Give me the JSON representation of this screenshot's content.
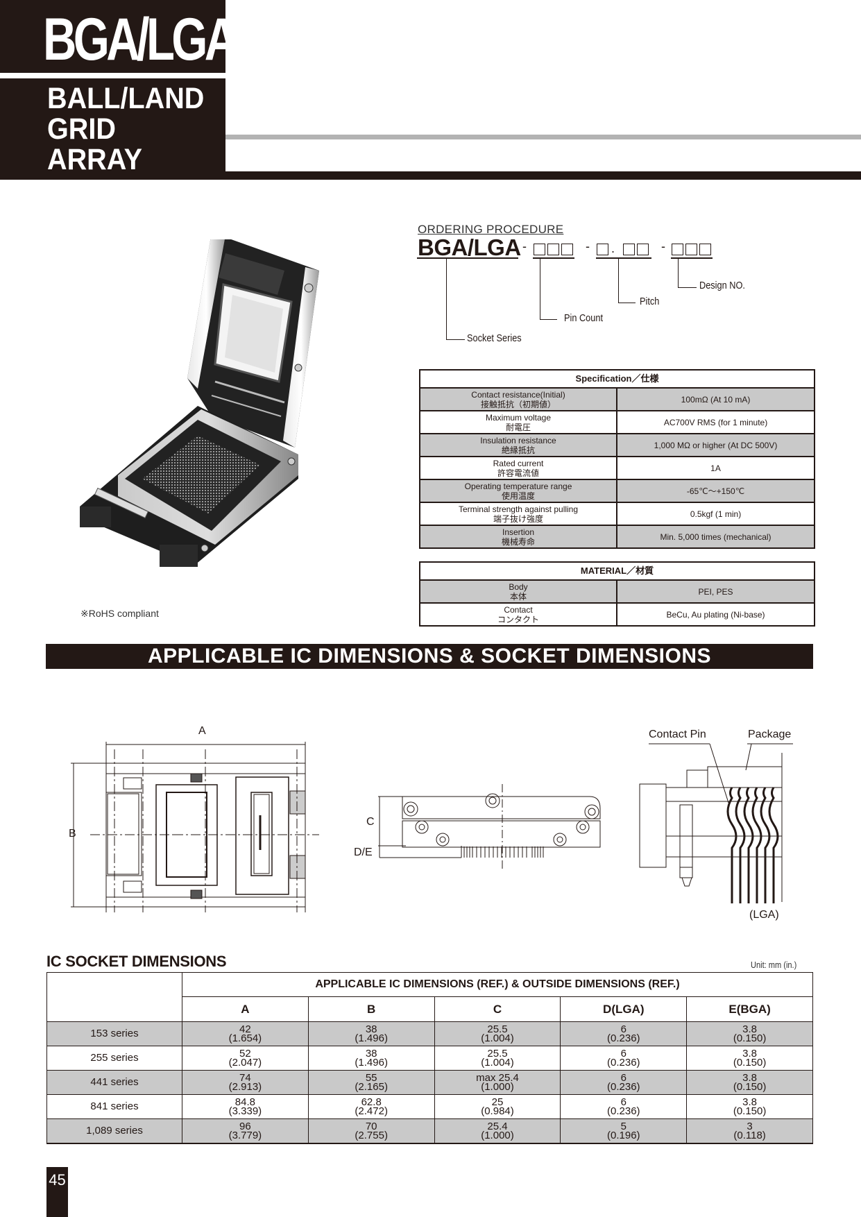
{
  "header": {
    "title": "BGA/LGA",
    "subtitle_lines": [
      "BALL/LAND",
      "GRID",
      "ARRAY"
    ],
    "subtitle": "BALL/LAND\nGRID\nARRAY",
    "colors": {
      "dark": "#231815",
      "gray_bar": "#b3b3b3",
      "row_gray": "#c9c9c9"
    }
  },
  "photo": {
    "alt": "BGA/LGA socket with open lid",
    "note": "※RoHS compliant"
  },
  "ordering": {
    "label": "ORDERING PROCEDURE",
    "code_prefix": "BGA/LGA",
    "separator": "-",
    "pitch_dot": ".",
    "fields": [
      {
        "label": "Socket Series"
      },
      {
        "label": "Pin Count"
      },
      {
        "label": "Pitch"
      },
      {
        "label": "Design NO."
      }
    ]
  },
  "specification": {
    "title": "Specification／仕様",
    "rows": [
      {
        "name_en": "Contact resistance(Initial)",
        "name_jp": "接触抵抗（初期値）",
        "value": "100mΩ (At 10 mA)"
      },
      {
        "name_en": "Maximum voltage",
        "name_jp": "耐電圧",
        "value": "AC700V RMS (for 1 minute)"
      },
      {
        "name_en": "Insulation resistance",
        "name_jp": "絶縁抵抗",
        "value": "1,000 MΩ or higher (At DC 500V)"
      },
      {
        "name_en": "Rated current",
        "name_jp": "許容電流値",
        "value": "1A"
      },
      {
        "name_en": "Operating temperature range",
        "name_jp": "使用温度",
        "value": "-65℃～+150℃"
      },
      {
        "name_en": "Terminal strength against pulling",
        "name_jp": "端子抜け強度",
        "value": "0.5kgf (1 min)"
      },
      {
        "name_en": "Insertion",
        "name_jp": "機械寿命",
        "value": "Min. 5,000 times (mechanical)"
      }
    ]
  },
  "material": {
    "title": "MATERIAL／材質",
    "rows": [
      {
        "name_en": "Body",
        "name_jp": "本体",
        "value": "PEI, PES"
      },
      {
        "name_en": "Contact",
        "name_jp": "コンタクト",
        "value": "BeCu, Au plating (Ni-base)"
      }
    ]
  },
  "section_heading": "APPLICABLE IC DIMENSIONS & SOCKET DIMENSIONS",
  "diagrams": {
    "top_view": {
      "label_a": "A",
      "label_b": "B"
    },
    "side_view": {
      "label_c": "C",
      "label_de": "D/E"
    },
    "detail_view": {
      "contact_pin": "Contact Pin",
      "package": "Package",
      "caption": "(LGA)"
    }
  },
  "ic_socket_dimensions": {
    "title": "IC SOCKET DIMENSIONS",
    "unit": "Unit: mm (in.)",
    "group_header": "APPLICABLE IC DIMENSIONS (REF.) & OUTSIDE DIMENSIONS (REF.)",
    "columns": [
      "A",
      "B",
      "C",
      "D(LGA)",
      "E(BGA)"
    ],
    "rows": [
      {
        "series": "153 series",
        "values": [
          [
            "42",
            "(1.654)"
          ],
          [
            "38",
            "(1.496)"
          ],
          [
            "25.5",
            "(1.004)"
          ],
          [
            "6",
            "(0.236)"
          ],
          [
            "3.8",
            "(0.150)"
          ]
        ]
      },
      {
        "series": "255 series",
        "values": [
          [
            "52",
            "(2.047)"
          ],
          [
            "38",
            "(1.496)"
          ],
          [
            "25.5",
            "(1.004)"
          ],
          [
            "6",
            "(0.236)"
          ],
          [
            "3.8",
            "(0.150)"
          ]
        ]
      },
      {
        "series": "441 series",
        "values": [
          [
            "74",
            "(2.913)"
          ],
          [
            "55",
            "(2.165)"
          ],
          [
            "max 25.4",
            "(1.000)"
          ],
          [
            "6",
            "(0.236)"
          ],
          [
            "3.8",
            "(0.150)"
          ]
        ]
      },
      {
        "series": "841 series",
        "values": [
          [
            "84.8",
            "(3.339)"
          ],
          [
            "62.8",
            "(2.472)"
          ],
          [
            "25",
            "(0.984)"
          ],
          [
            "6",
            "(0.236)"
          ],
          [
            "3.8",
            "(0.150)"
          ]
        ]
      },
      {
        "series": "1,089 series",
        "values": [
          [
            "96",
            "(3.779)"
          ],
          [
            "70",
            "(2.755)"
          ],
          [
            "25.4",
            "(1.000)"
          ],
          [
            "5",
            "(0.196)"
          ],
          [
            "3",
            "(0.118)"
          ]
        ]
      }
    ]
  },
  "page_number": "45"
}
